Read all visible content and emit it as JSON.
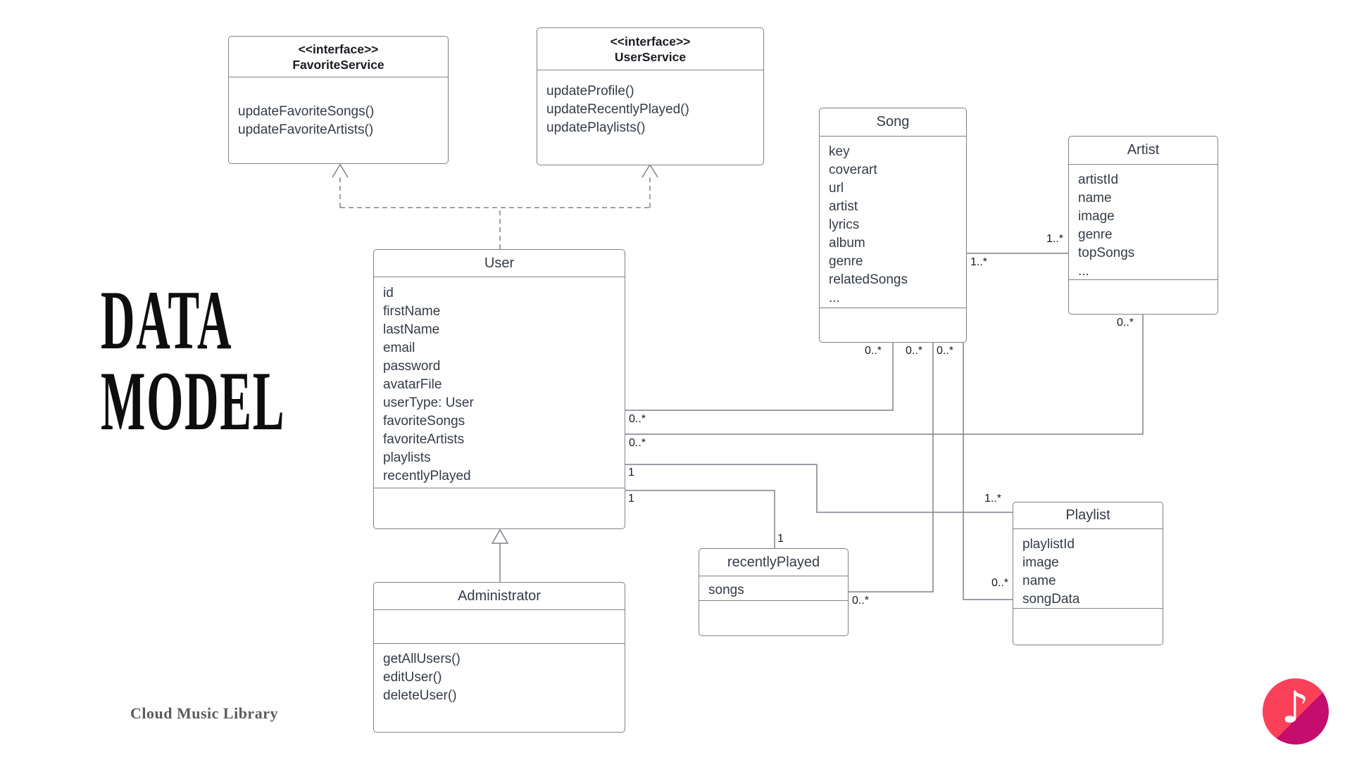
{
  "brand": {
    "line1": "DATA",
    "line2": "MODEL",
    "caption": "Cloud Music Library"
  },
  "logo": {
    "glyph": "♪",
    "color_light": "#fb4059",
    "color_dark": "#c50d6e"
  },
  "colors": {
    "box_border": "#7d828a",
    "box_text": "#343b47",
    "label_text": "#15181d"
  },
  "classes": [
    {
      "id": "favoriteService",
      "stereotype": "<<interface>>",
      "name": "FavoriteService",
      "attributes": [],
      "methods": [
        "updateFavoriteSongs()",
        "updateFavoriteArtists()"
      ]
    },
    {
      "id": "userService",
      "stereotype": "<<interface>>",
      "name": "UserService",
      "attributes": [],
      "methods": [
        "updateProfile()",
        "updateRecentlyPlayed()",
        "updatePlaylists()"
      ]
    },
    {
      "id": "song",
      "name": "Song",
      "attributes": [
        "key",
        "coverart",
        "url",
        "artist",
        "lyrics",
        "album",
        "genre",
        "relatedSongs",
        "..."
      ],
      "methods": []
    },
    {
      "id": "artist",
      "name": "Artist",
      "attributes": [
        "artistId",
        "name",
        "image",
        "genre",
        "topSongs",
        "..."
      ],
      "methods": []
    },
    {
      "id": "user",
      "name": "User",
      "attributes": [
        "id",
        "firstName",
        "lastName",
        "email",
        "password",
        "avatarFile",
        "userType: User",
        "favoriteSongs",
        "favoriteArtists",
        "playlists",
        "recentlyPlayed"
      ],
      "methods": []
    },
    {
      "id": "administrator",
      "name": "Administrator",
      "attributes": [],
      "methods": [
        "getAllUsers()",
        "editUser()",
        "deleteUser()"
      ]
    },
    {
      "id": "recentlyPlayed",
      "name": "recentlyPlayed",
      "attributes": [
        "songs"
      ],
      "methods": []
    },
    {
      "id": "playlist",
      "name": "Playlist",
      "attributes": [
        "playlistId",
        "image",
        "name",
        "songData"
      ],
      "methods": []
    }
  ],
  "multiplicities": [
    {
      "text": "1..*"
    },
    {
      "text": "1..*"
    },
    {
      "text": "0..*"
    },
    {
      "text": "0..*"
    },
    {
      "text": "0..*"
    },
    {
      "text": "0..*"
    },
    {
      "text": "0..*"
    },
    {
      "text": "0..*"
    },
    {
      "text": "1"
    },
    {
      "text": "1"
    },
    {
      "text": "1"
    },
    {
      "text": "0..*"
    },
    {
      "text": "1..*"
    },
    {
      "text": "0..*"
    }
  ]
}
